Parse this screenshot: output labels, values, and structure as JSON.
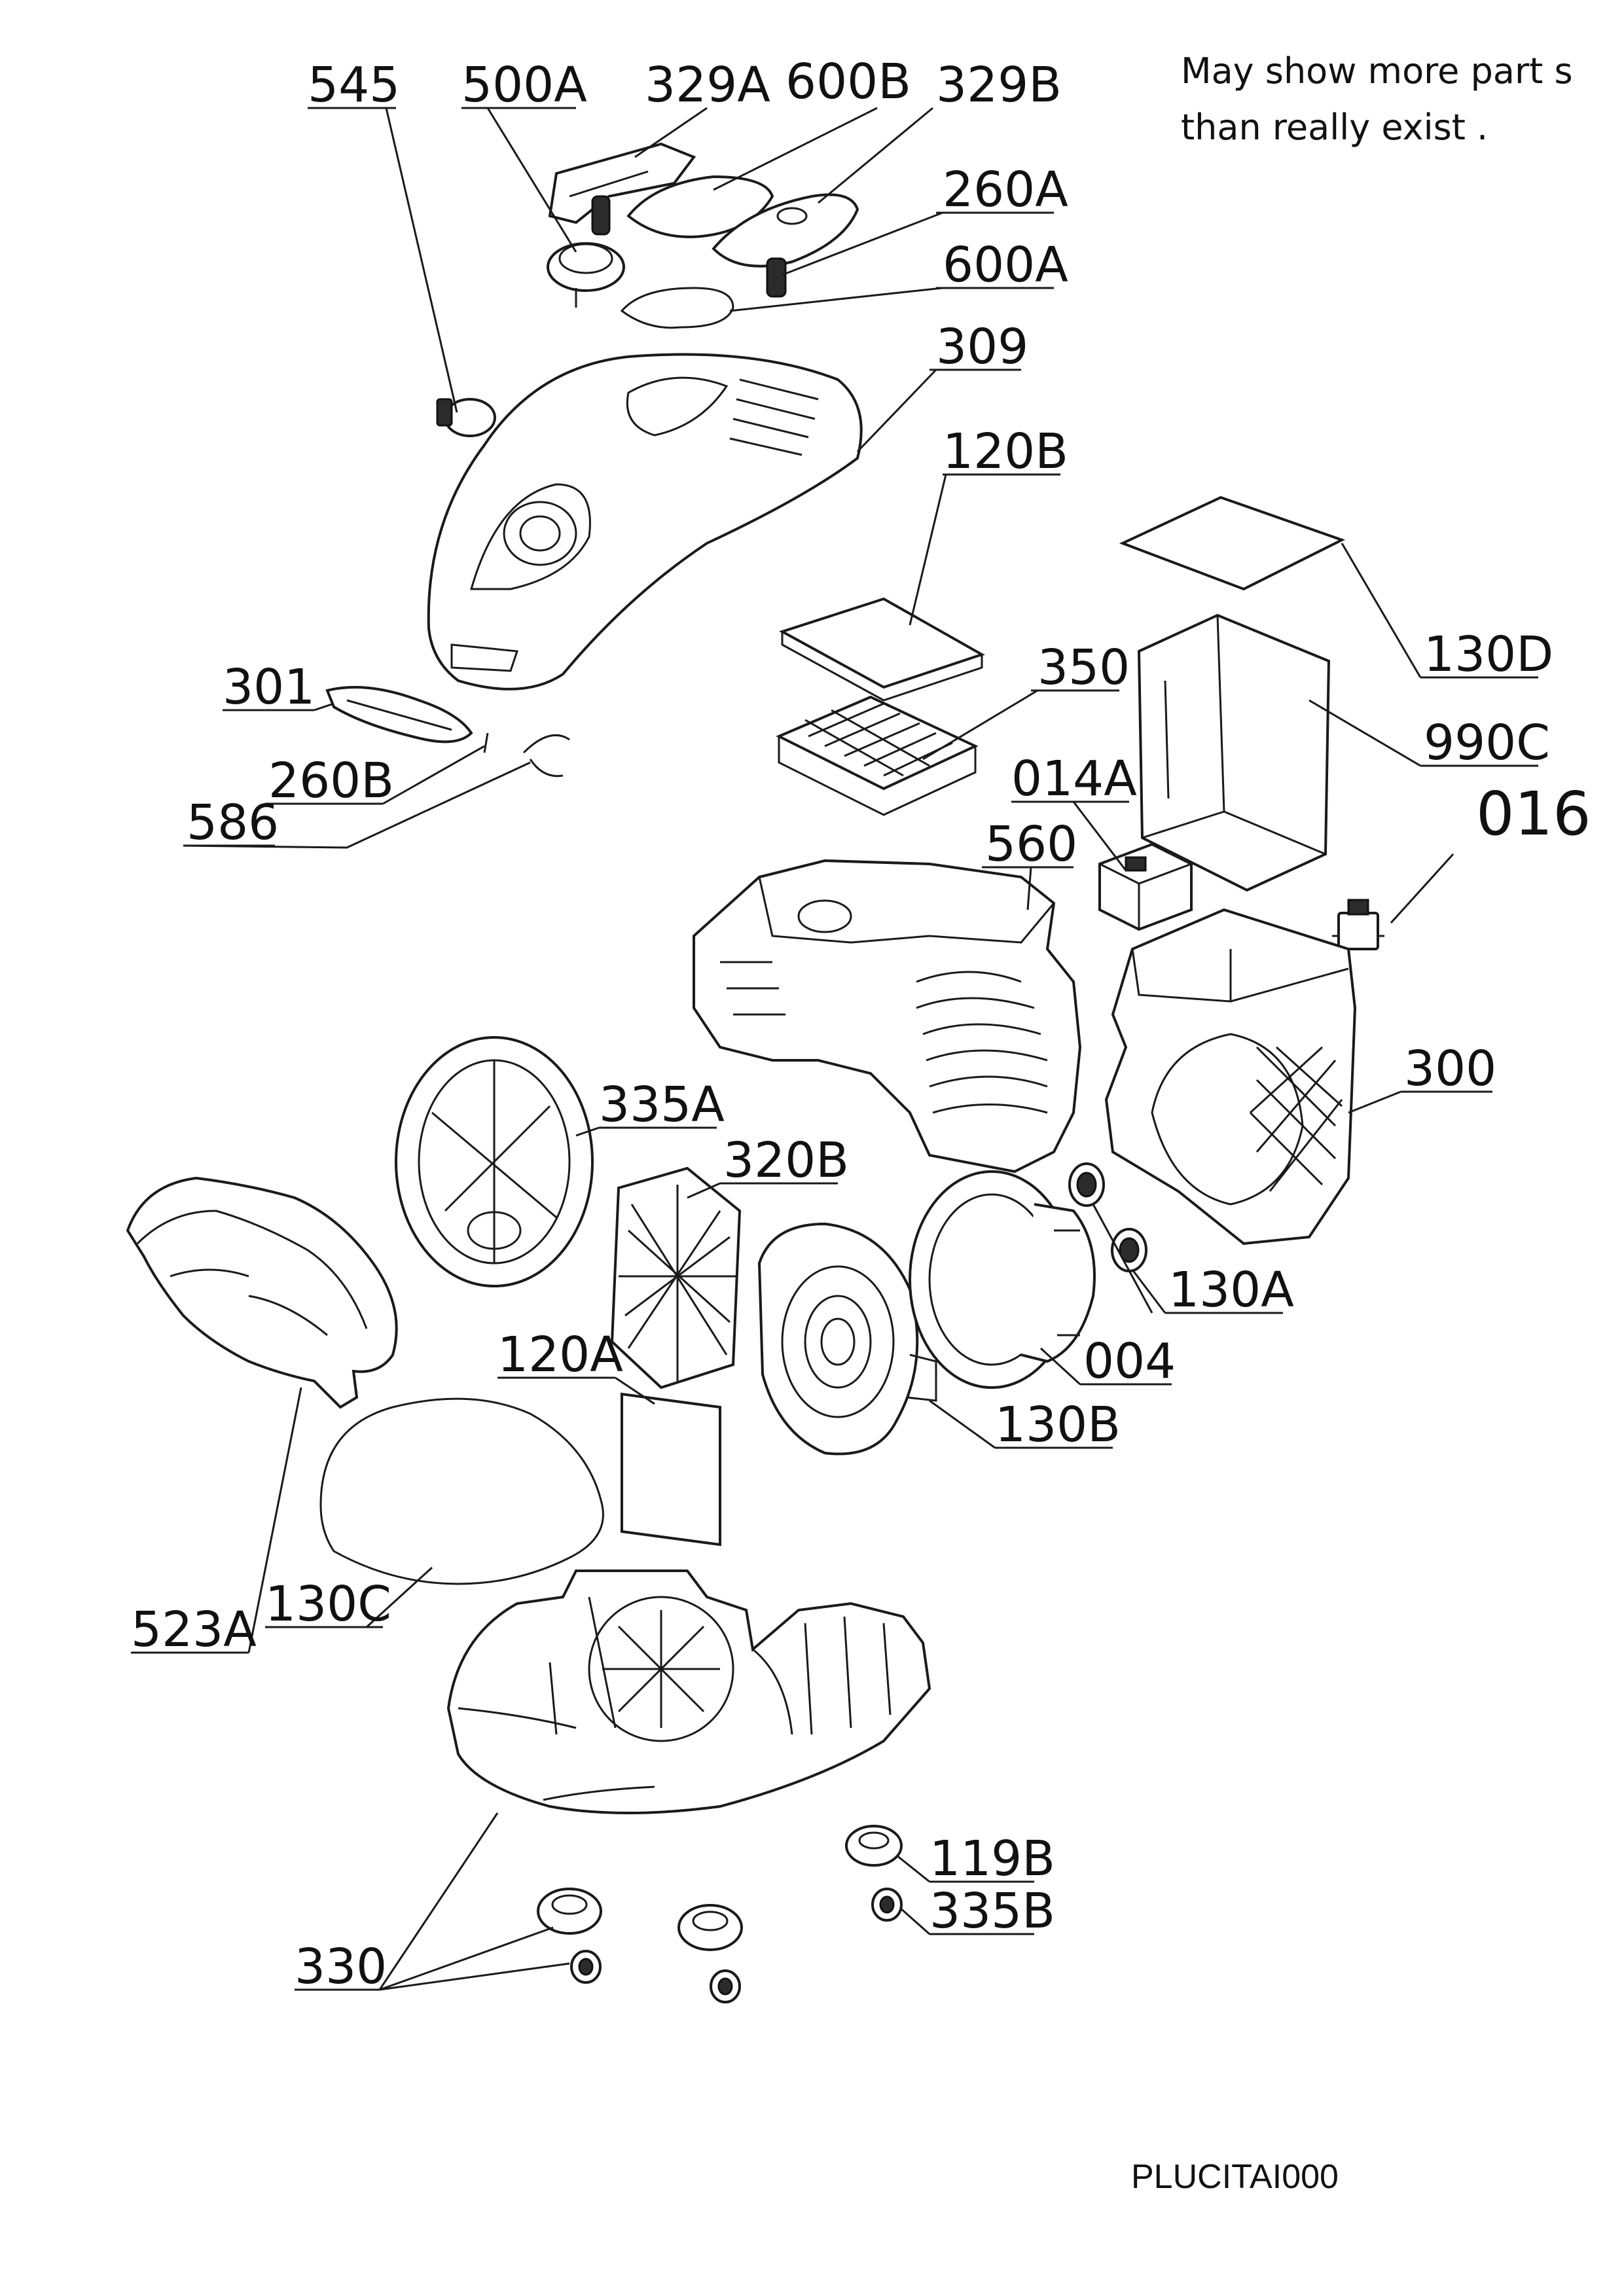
{
  "note": {
    "line1": "May show more part s",
    "line2": "than really exist ."
  },
  "diagram_code": "PLUCITAI000",
  "callouts": {
    "c545": "545",
    "c500A": "500A",
    "c329A": "329A",
    "c600B": "600B",
    "c329B": "329B",
    "c260A": "260A",
    "c600A": "600A",
    "c309": "309",
    "c120B": "120B",
    "c130D": "130D",
    "c350": "350",
    "c990C": "990C",
    "c016": "016",
    "c014A": "014A",
    "c560": "560",
    "c301": "301",
    "c260B": "260B",
    "c586": "586",
    "c300": "300",
    "c335A": "335A",
    "c320B": "320B",
    "c130A": "130A",
    "c004": "004",
    "c120A": "120A",
    "c130B": "130B",
    "c523A": "523A",
    "c130C": "130C",
    "c119B": "119B",
    "c335B": "335B",
    "c330": "330"
  }
}
